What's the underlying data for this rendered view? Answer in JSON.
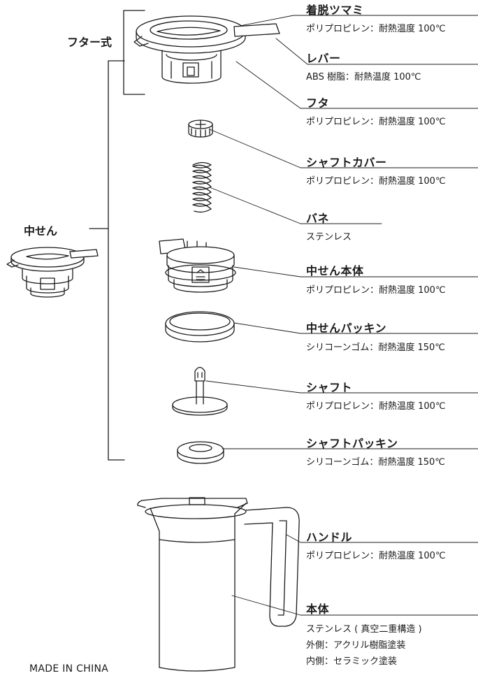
{
  "groups": {
    "lid_type": "フター式",
    "stopper": "中せん"
  },
  "parts": [
    {
      "name": "着脱ツマミ",
      "spec": "ポリプロピレン：耐熱温度 100℃"
    },
    {
      "name": "レバー",
      "spec": "ABS 樹脂：耐熱温度 100℃"
    },
    {
      "name": "フタ",
      "spec": "ポリプロピレン：耐熱温度 100℃"
    },
    {
      "name": "シャフトカバー",
      "spec": "ポリプロピレン：耐熱温度 100℃"
    },
    {
      "name": "バネ",
      "spec": "ステンレス"
    },
    {
      "name": "中せん本体",
      "spec": "ポリプロピレン：耐熱温度 100℃"
    },
    {
      "name": "中せんパッキン",
      "spec": "シリコーンゴム：耐熱温度 150℃"
    },
    {
      "name": "シャフト",
      "spec": "ポリプロピレン：耐熱温度 100℃"
    },
    {
      "name": "シャフトパッキン",
      "spec": "シリコーンゴム：耐熱温度 150℃"
    },
    {
      "name": "ハンドル",
      "spec": "ポリプロピレン：耐熱温度 100℃"
    },
    {
      "name": "本体",
      "spec": "ステンレス ( 真空二重構造 )",
      "spec2": "外側：アクリル樹脂塗装",
      "spec3": "内側：セラミック塗装"
    }
  ],
  "footer": {
    "origin": "MADE IN CHINA"
  }
}
